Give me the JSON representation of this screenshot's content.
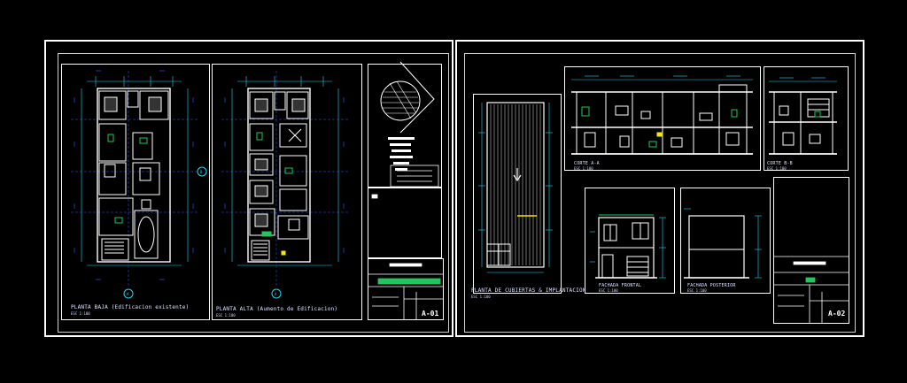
{
  "colors": {
    "background": "#000000",
    "frame": "#ffffff",
    "wall": "#ffffff",
    "dimension": "#29d3f0",
    "grid_axis": "#3a5bff",
    "accent_green": "#22c55e",
    "accent_yellow": "#f5e60a",
    "roof": "#bdbdbd"
  },
  "sheet_a01": {
    "ground_floor_label": "PLANTA BAJA (Edificacion existente)",
    "upper_floor_label": "PLANTA ALTA (Aumento de Edificacion)",
    "scale_note": "ESC 1:100",
    "axis_a": "A",
    "axis_b": "B",
    "sheet_code": "A-01"
  },
  "sheet_a02": {
    "section_aa_label": "CORTE A-A",
    "section_bb_label": "CORTE B-B",
    "roof_plan_label": "PLANTA DE CUBIERTAS & IMPLANTACION",
    "front_facade_label": "FACHADA FRONTAL",
    "rear_facade_label": "FACHADA POSTERIOR",
    "scale_note": "ESC 1:100",
    "sheet_code": "A-02"
  }
}
